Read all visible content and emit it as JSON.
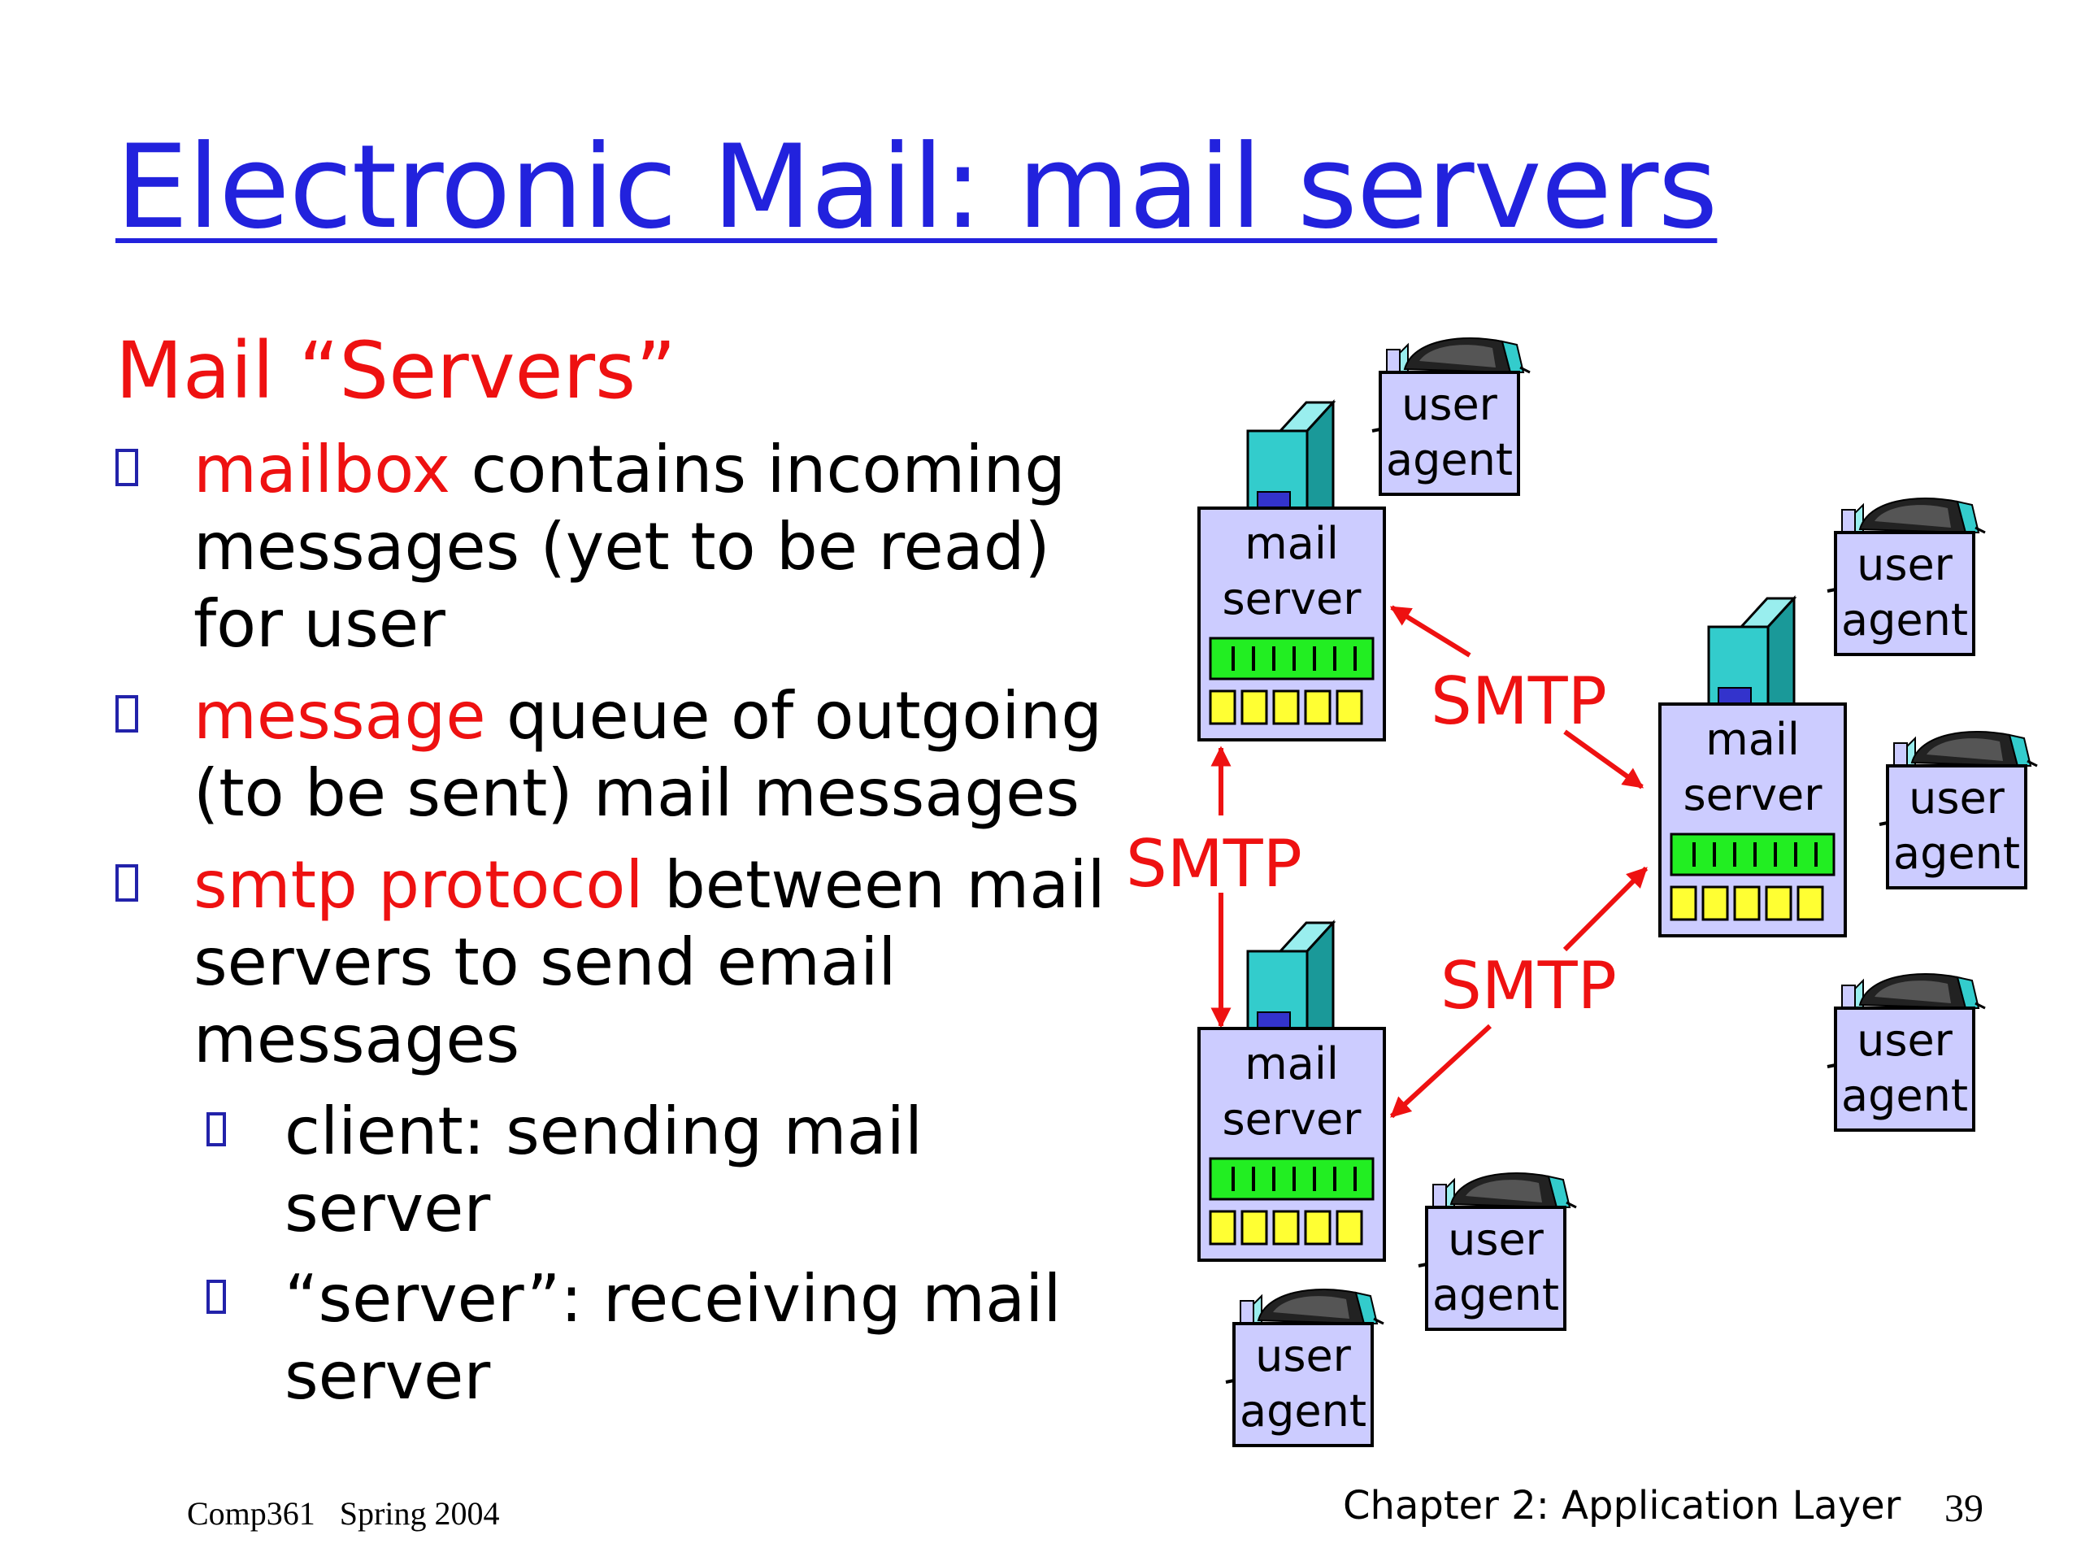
{
  "slide": {
    "title": "Electronic Mail: mail servers",
    "subtitle": "Mail “Servers”",
    "bullets": [
      {
        "highlight": "mailbox",
        "text": " contains incoming messages (yet to be read) for user"
      },
      {
        "highlight": "message",
        "text": " queue of outgoing (to be sent) mail messages"
      },
      {
        "highlight": "smtp protocol",
        "text": " between mail servers to send email messages"
      }
    ],
    "sub_bullets": [
      "client: sending mail server",
      "“server”: receiving mail server"
    ],
    "footer_left": "Comp361   Spring 2004",
    "footer_right": "Chapter 2: Application Layer",
    "page_number": "39"
  },
  "diagram": {
    "mail_server": {
      "line1": "mail",
      "line2": "server"
    },
    "user_agent": {
      "line1": "user",
      "line2": "agent"
    },
    "protocol_label": "SMTP"
  },
  "colors": {
    "title": "#2222dd",
    "highlight": "#ee1111",
    "box_fill": "#ccccff",
    "led_green": "#22ee22",
    "led_yellow": "#ffff33",
    "tower": "#33cccc",
    "arrow": "#ee1111"
  }
}
